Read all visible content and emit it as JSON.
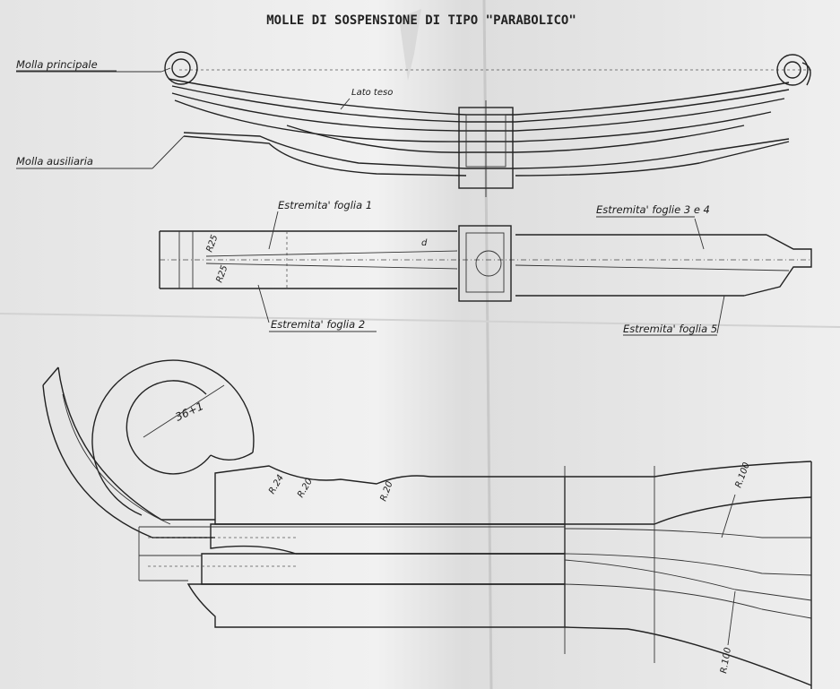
{
  "title": "MOLLE DI SOSPENSIONE DI TIPO \"PARABOLICO\"",
  "side_view": {
    "label_main_spring": "Molla principale",
    "label_aux_spring": "Molla ausiliaria",
    "label_tension_side": "Lato teso"
  },
  "plan_view": {
    "label_leaf1_end": "Estremita' foglia 1",
    "label_leaf2_end": "Estremita' foglia 2",
    "label_leaf34_end": "Estremita' foglie 3 e 4",
    "label_leaf5_end": "Estremita' foglia 5",
    "dim_r25_top": "R25",
    "dim_r25_bottom": "R25",
    "dim_d": "d"
  },
  "detail_view": {
    "dim_eye_diameter": "36+1",
    "dim_r24": "R.24",
    "dim_r20_a": "R.20",
    "dim_r20_b": "R.20",
    "dim_r100_top": "R.100",
    "dim_r100_bottom": "R.100"
  },
  "colors": {
    "paper": "#ececec",
    "ink": "#222222"
  }
}
